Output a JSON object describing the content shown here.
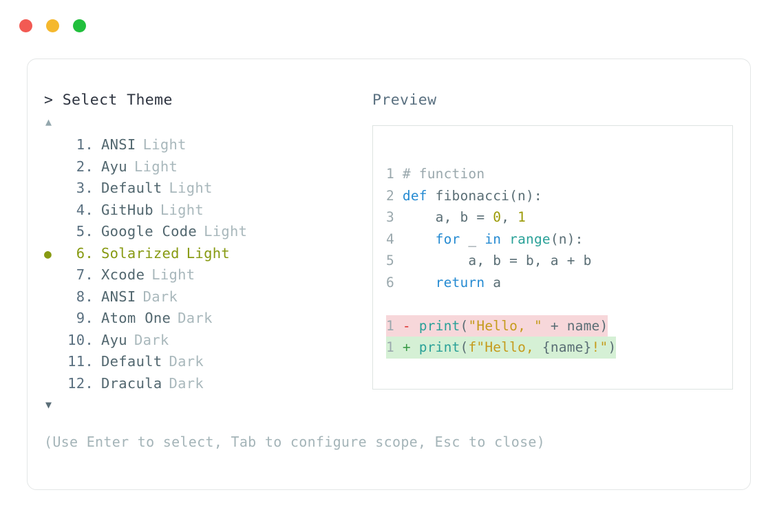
{
  "window": {
    "controls": [
      {
        "name": "close-button",
        "color": "#f25a53"
      },
      {
        "name": "minimize-button",
        "color": "#f5b82e"
      },
      {
        "name": "maximize-button",
        "color": "#21bf3c"
      }
    ]
  },
  "selector": {
    "prompt": "> Select Theme",
    "scroll_up_glyph": "▲",
    "scroll_down_glyph": "▼",
    "bullet_glyph": "●",
    "selected_index": 6,
    "items": [
      {
        "num": "1.",
        "name": "ANSI",
        "variant": "Light",
        "selected": false
      },
      {
        "num": "2.",
        "name": "Ayu",
        "variant": "Light",
        "selected": false
      },
      {
        "num": "3.",
        "name": "Default",
        "variant": "Light",
        "selected": false
      },
      {
        "num": "4.",
        "name": "GitHub",
        "variant": "Light",
        "selected": false
      },
      {
        "num": "5.",
        "name": "Google Code",
        "variant": "Light",
        "selected": false
      },
      {
        "num": "6.",
        "name": "Solarized",
        "variant": "Light",
        "selected": true
      },
      {
        "num": "7.",
        "name": "Xcode",
        "variant": "Light",
        "selected": false
      },
      {
        "num": "8.",
        "name": "ANSI",
        "variant": "Dark",
        "selected": false
      },
      {
        "num": "9.",
        "name": "Atom One",
        "variant": "Dark",
        "selected": false
      },
      {
        "num": "10.",
        "name": "Ayu",
        "variant": "Dark",
        "selected": false
      },
      {
        "num": "11.",
        "name": "Default",
        "variant": "Dark",
        "selected": false
      },
      {
        "num": "12.",
        "name": "Dracula",
        "variant": "Dark",
        "selected": false
      }
    ]
  },
  "preview": {
    "title": "Preview",
    "code_lines": [
      {
        "lineno": "1",
        "tokens": [
          {
            "t": "# function",
            "c": "cmt"
          }
        ]
      },
      {
        "lineno": "2",
        "tokens": [
          {
            "t": "def ",
            "c": "kw"
          },
          {
            "t": "fibonacci(n):",
            "c": "plain"
          }
        ]
      },
      {
        "lineno": "3",
        "tokens": [
          {
            "t": "    a, b = ",
            "c": "plain"
          },
          {
            "t": "0",
            "c": "num"
          },
          {
            "t": ", ",
            "c": "plain"
          },
          {
            "t": "1",
            "c": "num"
          }
        ]
      },
      {
        "lineno": "4",
        "tokens": [
          {
            "t": "    ",
            "c": "plain"
          },
          {
            "t": "for",
            "c": "kw"
          },
          {
            "t": " _ ",
            "c": "plain"
          },
          {
            "t": "in",
            "c": "kw"
          },
          {
            "t": " ",
            "c": "plain"
          },
          {
            "t": "range",
            "c": "fn"
          },
          {
            "t": "(n):",
            "c": "plain"
          }
        ]
      },
      {
        "lineno": "5",
        "tokens": [
          {
            "t": "        a, b = b, a + b",
            "c": "plain"
          }
        ]
      },
      {
        "lineno": "6",
        "tokens": [
          {
            "t": "    ",
            "c": "plain"
          },
          {
            "t": "return",
            "c": "kw"
          },
          {
            "t": " a",
            "c": "plain"
          }
        ]
      }
    ],
    "diff_lines": [
      {
        "kind": "del",
        "lineno": "1",
        "sign": "-",
        "tokens": [
          {
            "t": "print",
            "c": "builtin"
          },
          {
            "t": "(",
            "c": "plain"
          },
          {
            "t": "\"Hello, \"",
            "c": "str"
          },
          {
            "t": " + name)",
            "c": "plain"
          }
        ]
      },
      {
        "kind": "add",
        "lineno": "1",
        "sign": "+",
        "tokens": [
          {
            "t": "print",
            "c": "builtin"
          },
          {
            "t": "(",
            "c": "plain"
          },
          {
            "t": "f\"Hello, ",
            "c": "str"
          },
          {
            "t": "{name}",
            "c": "plain"
          },
          {
            "t": "!\"",
            "c": "str"
          },
          {
            "t": ")",
            "c": "plain"
          }
        ]
      }
    ]
  },
  "footer": {
    "help": "(Use Enter to select, Tab to configure scope, Esc to close)"
  }
}
